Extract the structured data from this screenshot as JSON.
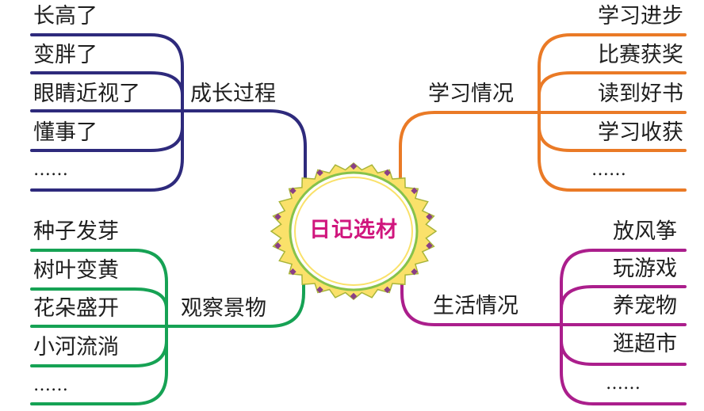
{
  "center": {
    "title": "日记选材"
  },
  "colors": {
    "top_left": "#2e2a7c",
    "top_right": "#ea7a26",
    "bottom_left": "#16a254",
    "bottom_right": "#ab1e8c",
    "badge_outer": "#fae16a",
    "badge_inner_border": "#87c24a",
    "badge_text": "#d0167d"
  },
  "branches": {
    "top_left": {
      "title": "成长过程",
      "items": [
        "长高了",
        "变胖了",
        "眼睛近视了",
        "懂事了",
        "……"
      ]
    },
    "top_right": {
      "title": "学习情况",
      "items": [
        "学习进步",
        "比赛获奖",
        "读到好书",
        "学习收获",
        "……"
      ]
    },
    "bottom_left": {
      "title": "观察景物",
      "items": [
        "种子发芽",
        "树叶变黄",
        "花朵盛开",
        "小河流淌",
        "……"
      ]
    },
    "bottom_right": {
      "title": "生活情况",
      "items": [
        "放风筝",
        "玩游戏",
        "养宠物",
        "逛超市",
        "……"
      ]
    }
  }
}
